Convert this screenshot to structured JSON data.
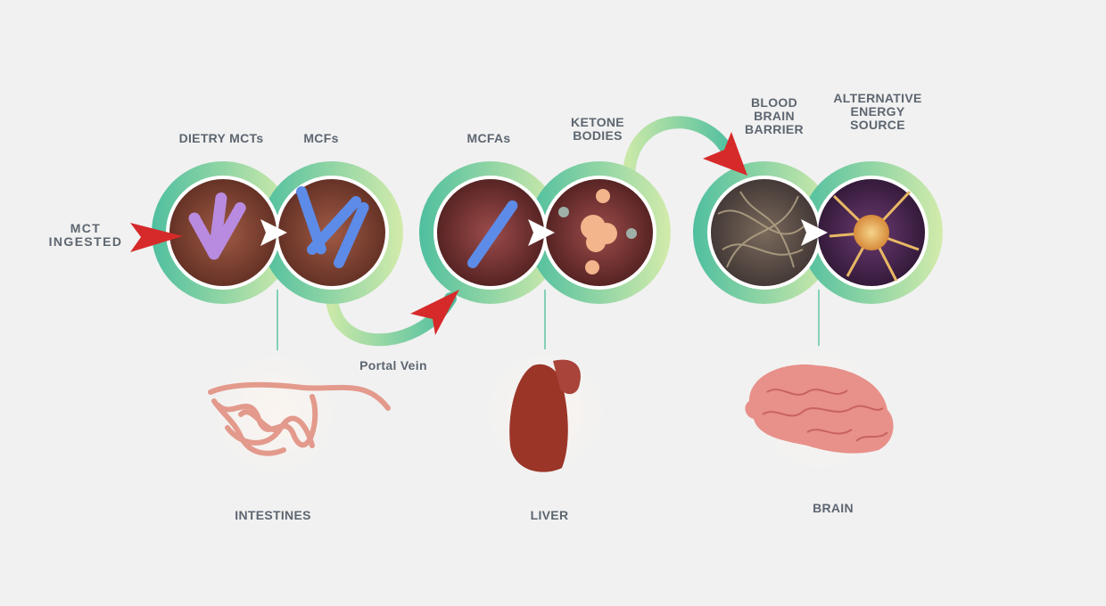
{
  "labels": {
    "mct_ingested": "MCT\nINGESTED",
    "dietry_mcts": "DIETRY MCTs",
    "mcfs": "MCFs",
    "mcfas": "MCFAs",
    "ketone_bodies": "KETONE\nBODIES",
    "blood_brain_barrier": "BLOOD\nBRAIN\nBARRIER",
    "alternative_energy_source": "ALTERNATIVE\nENERGY\nSOURCE",
    "portal_vein": "Portal Vein",
    "intestines": "INTESTINES",
    "liver": "LIVER",
    "brain": "BRAIN"
  },
  "colors": {
    "ring_teal": "#5ec4a4",
    "ring_light": "#c8e7a4",
    "arrow_red": "#d62a2a",
    "label": "#5d6670",
    "organ_pink": "#e8908a",
    "liver_red": "#9b3528",
    "cell_brown": "#7a3a2c"
  }
}
